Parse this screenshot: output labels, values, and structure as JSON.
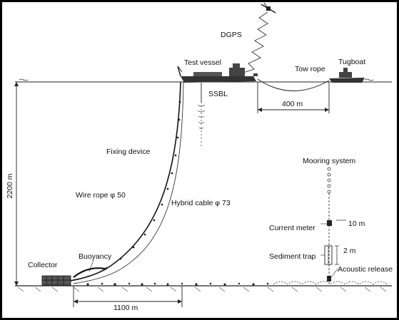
{
  "labels": {
    "dgps": "DGPS",
    "test_vessel": "Test vessel",
    "tow_rope": "Tow rope",
    "tugboat": "Tugboat",
    "ssbl": "SSBL",
    "distance_400": "400 m",
    "depth_2200": "2200 m",
    "fixing_device": "Fixing device",
    "wire_rope": "Wire rope φ 50",
    "hybrid_cable": "Hybrid cable φ 73",
    "buoyancy": "Buoyancy",
    "collector": "Collector",
    "distance_1100": "1100 m",
    "mooring_system": "Mooring system",
    "current_meter": "Current meter",
    "distance_10": "10 m",
    "sediment_trap": "Sediment trap",
    "distance_2": "2 m",
    "acoustic_release": "Acoustic release"
  },
  "icons": [
    "satellite-icon",
    "vessel-icon",
    "tugboat-icon",
    "collector-icon",
    "mooring-buoy-icon"
  ]
}
